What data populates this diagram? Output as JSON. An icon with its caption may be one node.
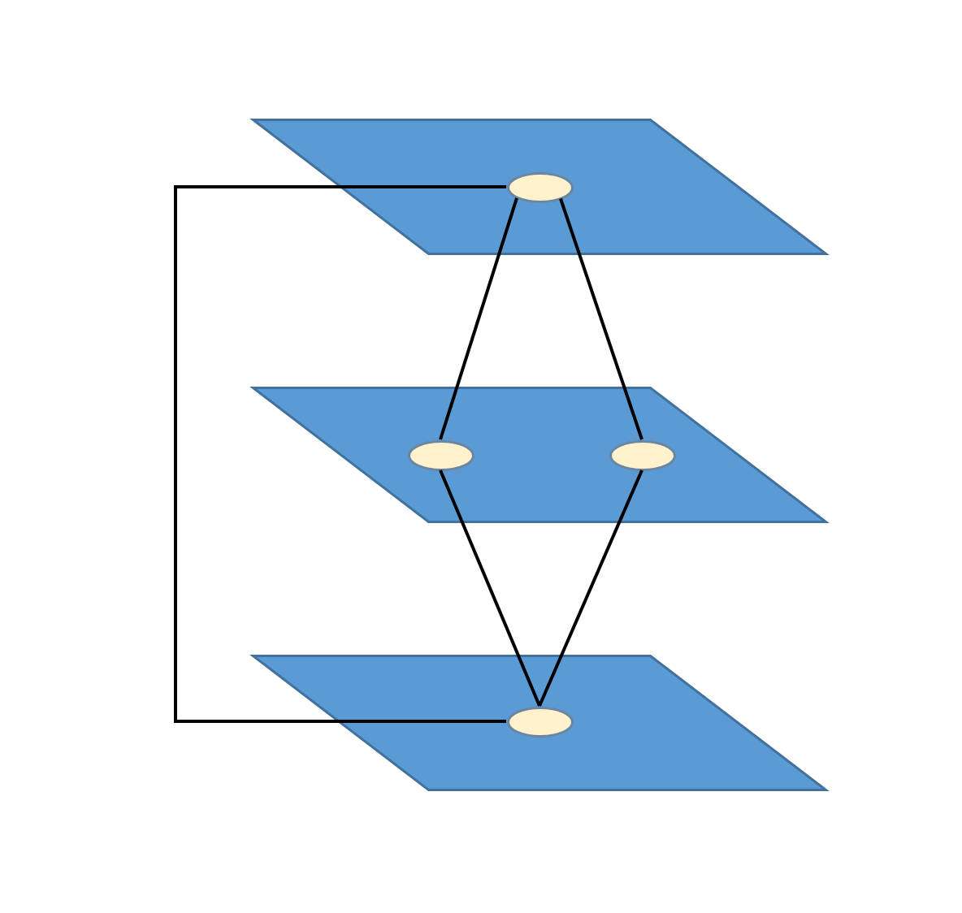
{
  "diagram": {
    "nodes": [
      {
        "text": [],
        "shape": "parallelogram"
      },
      {
        "text": [],
        "shape": "ellipse",
        "in": 0
      },
      {
        "text": [],
        "shape": "parallelogram"
      },
      {
        "text": [],
        "shape": "ellipse",
        "in": 2
      },
      {
        "text": [],
        "shape": "ellipse",
        "in": 2
      },
      {
        "text": [],
        "shape": "parallelogram"
      },
      {
        "text": [],
        "shape": "ellipse",
        "in": 5
      }
    ],
    "edges": [
      {
        "from": 1,
        "to": 3,
        "arrow": "none"
      },
      {
        "from": 1,
        "to": 4,
        "arrow": "none"
      },
      {
        "from": 3,
        "to": 6,
        "arrow": "none"
      },
      {
        "from": 4,
        "to": 6,
        "arrow": "none"
      },
      {
        "from": 1,
        "to": 6,
        "arrow": "none"
      }
    ]
  }
}
